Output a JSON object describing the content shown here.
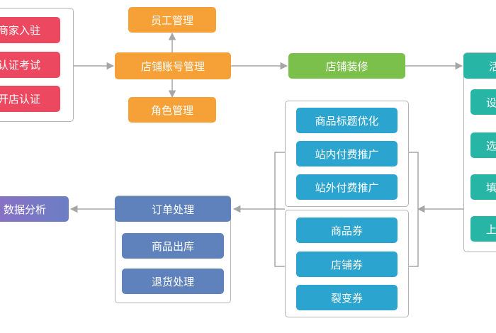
{
  "merchant": {
    "items": [
      "商家入驻",
      "认证考试",
      "开店认证"
    ]
  },
  "account": {
    "top": "员工管理",
    "center": "店铺账号管理",
    "bottom": "角色管理"
  },
  "decoration": {
    "label": "店铺装修"
  },
  "activity": {
    "header": "活",
    "items": [
      "设",
      "选",
      "填",
      "上"
    ]
  },
  "promotion": {
    "group1": [
      "商品标题优化",
      "站内付费推广",
      "站外付费推广"
    ],
    "group2": [
      "商品券",
      "店铺券",
      "裂变券"
    ]
  },
  "order": {
    "header": "订单处理",
    "items": [
      "商品出库",
      "退货处理"
    ]
  },
  "analysis": {
    "label": "数据分析"
  },
  "colors": {
    "red": "#ec4960",
    "orange": "#f6a138",
    "green": "#7cc04c",
    "teal": "#27b5a6",
    "blue": "#2ba5cf",
    "steel": "#5f82bc",
    "purple": "#7b74c7"
  }
}
